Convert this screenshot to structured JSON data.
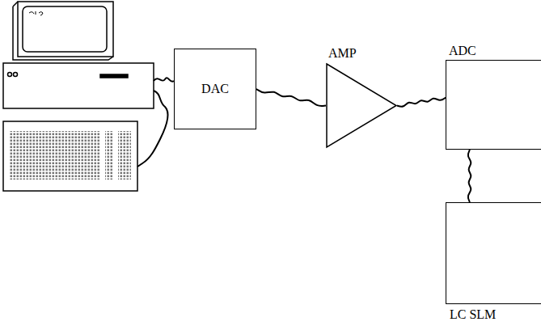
{
  "diagram": {
    "nodes": [
      {
        "text": [
          "DAC"
        ]
      },
      {
        "text": [
          "AMP"
        ]
      },
      {
        "text": [
          "ADC"
        ]
      },
      {
        "text": [
          "LC SLM"
        ]
      }
    ],
    "edges": [
      {
        "from": 0,
        "to": 1,
        "arrow": "none"
      },
      {
        "from": 1,
        "to": 2,
        "arrow": "none"
      },
      {
        "from": 2,
        "to": 3,
        "arrow": "none"
      }
    ]
  }
}
